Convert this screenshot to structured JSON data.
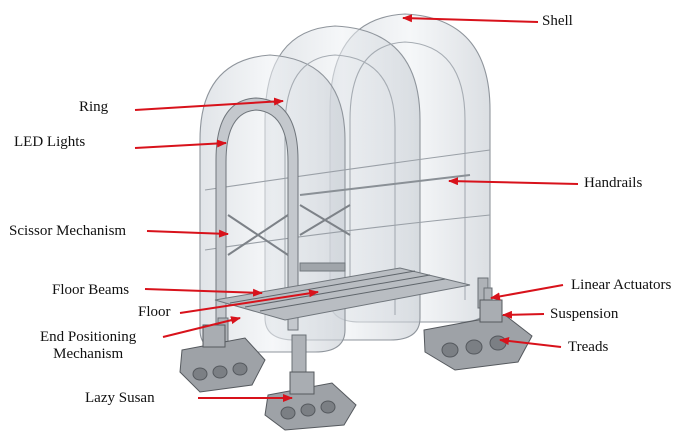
{
  "labels": {
    "shell": "Shell",
    "ring": "Ring",
    "led_lights": "LED Lights",
    "handrails": "Handrails",
    "scissor_mechanism": "Scissor Mechanism",
    "floor_beams": "Floor Beams",
    "linear_actuators": "Linear Actuators",
    "floor": "Floor",
    "suspension": "Suspension",
    "end_positioning": "End Positioning\nMechanism",
    "treads": "Treads",
    "lazy_susan": "Lazy Susan"
  },
  "colors": {
    "arrow": "#d8121b",
    "shell_fill": "#dfe4ea",
    "shell_stroke": "#8f959c",
    "frame": "#b7bbc0",
    "tread_dark": "#7b7f84",
    "tread_light": "#a9adb2"
  }
}
